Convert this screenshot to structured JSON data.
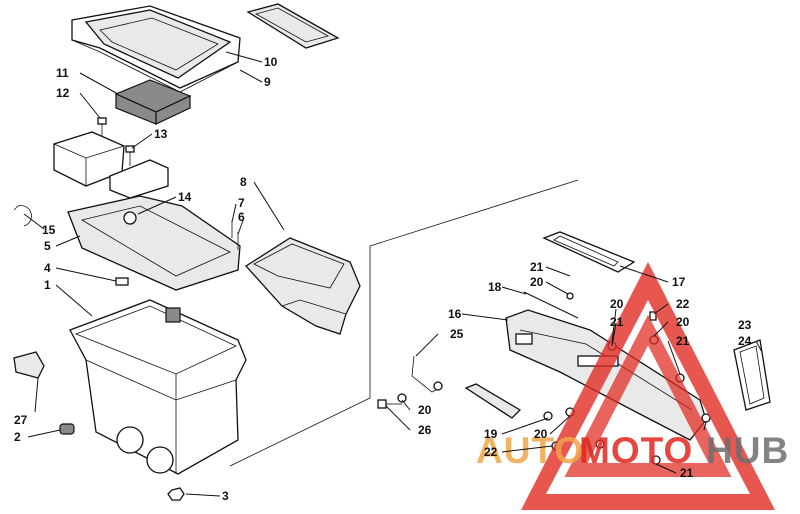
{
  "callouts": {
    "n1": "1",
    "n2": "2",
    "n3": "3",
    "n4": "4",
    "n5": "5",
    "n6": "6",
    "n7": "7",
    "n8": "8",
    "n9": "9",
    "n10": "10",
    "n11": "11",
    "n12": "12",
    "n13": "13",
    "n14": "14",
    "n15": "15",
    "n16": "16",
    "n17": "17",
    "n18": "18",
    "n19": "19",
    "n20": "20",
    "n21": "21",
    "n22": "22",
    "n23": "23",
    "n24": "24",
    "n25": "25",
    "n26": "26",
    "n27": "27"
  },
  "watermark": {
    "auto": "AUTO",
    "moto": "MOTO",
    "hub": "HUB",
    "color_red": "#e0281f",
    "color_orange": "#f0a64a",
    "color_grey": "#6e6e6e"
  }
}
